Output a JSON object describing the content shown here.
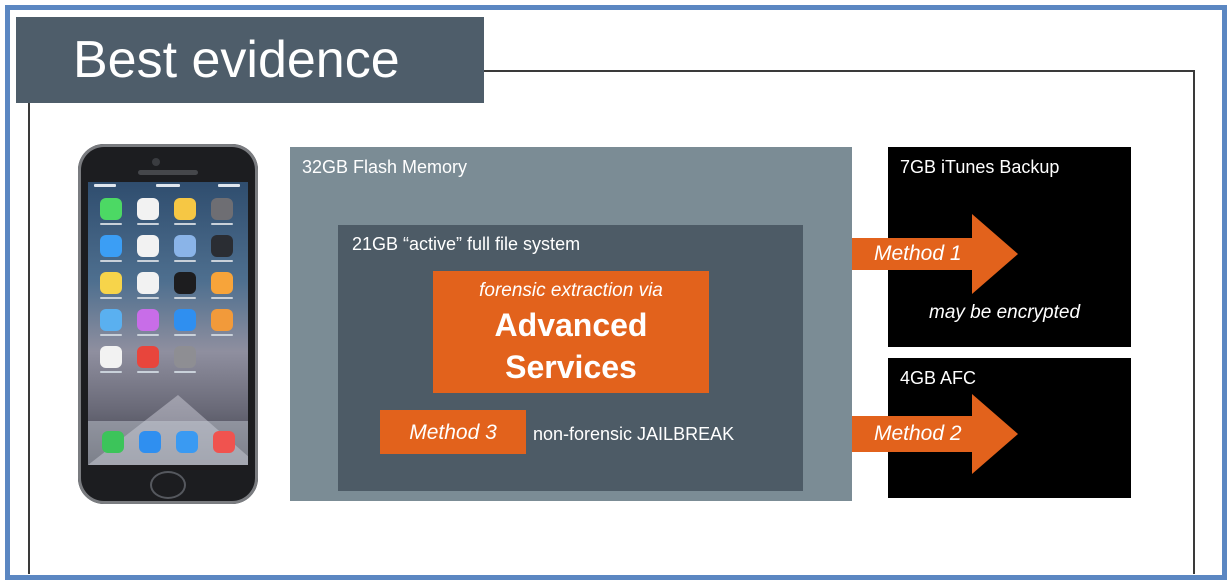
{
  "title": "Best evidence",
  "colors": {
    "frame": "#5b87c2",
    "title_bg": "#4e5d6a",
    "flash_bg": "#7b8c95",
    "fs_bg": "#4d5b66",
    "accent": "#e2621c",
    "box_bg": "#000000"
  },
  "phone": {
    "device": "iPhone"
  },
  "flash": {
    "label": "32GB Flash Memory"
  },
  "filesystem": {
    "label": "21GB “active” full file system"
  },
  "advanced": {
    "subtitle": "forensic extraction via",
    "line1": "Advanced",
    "line2": "Services"
  },
  "method3": {
    "label": "Method 3",
    "description": "non-forensic JAILBREAK"
  },
  "itunes": {
    "label": "7GB iTunes Backup",
    "note": "may be encrypted"
  },
  "afc": {
    "label": "4GB AFC"
  },
  "arrows": [
    {
      "label": "Method 1",
      "icon": "right-arrow-icon"
    },
    {
      "label": "Method 2",
      "icon": "right-arrow-icon"
    }
  ]
}
